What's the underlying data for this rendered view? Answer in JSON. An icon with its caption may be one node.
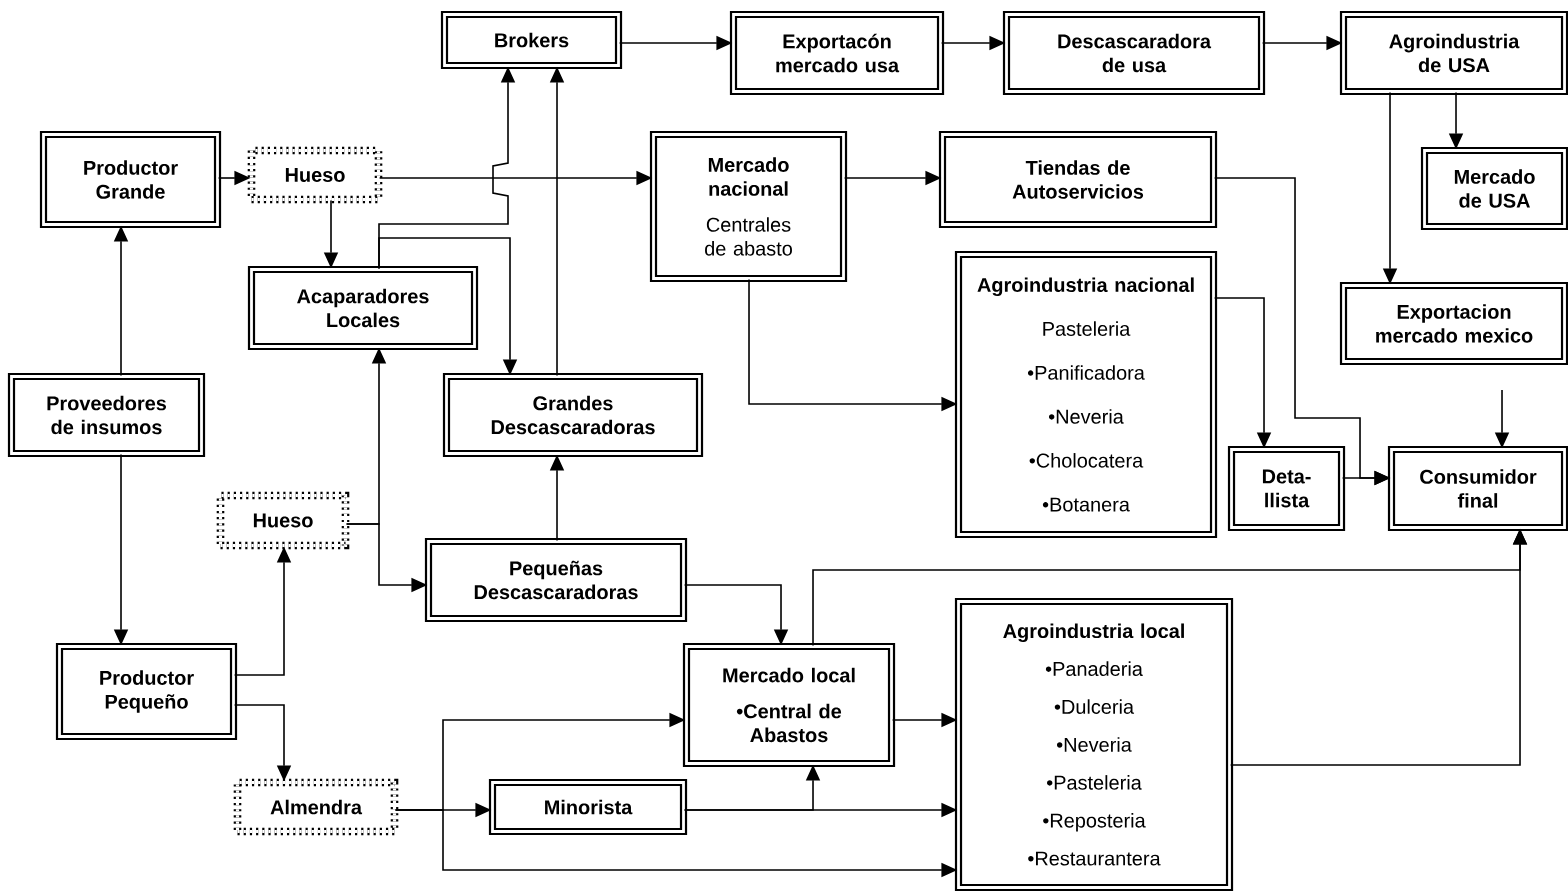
{
  "diagram": {
    "nodes": [
      {
        "text": [
          "Brokers"
        ]
      },
      {
        "text": [
          "Exportacón mercado usa"
        ]
      },
      {
        "text": [
          "Descascaradora de usa"
        ]
      },
      {
        "text": [
          "Agroindustria de USA"
        ]
      },
      {
        "text": [
          "Productor Grande"
        ]
      },
      {
        "text": [
          "Hueso"
        ]
      },
      {
        "text": [
          "Mercado nacional",
          "Centrales de abasto"
        ]
      },
      {
        "text": [
          "Tiendas de Autoservicios"
        ]
      },
      {
        "text": [
          "Mercado de USA"
        ]
      },
      {
        "text": [
          "Acaparadores Locales"
        ]
      },
      {
        "text": [
          "Agroindustria nacional",
          "Pasteleria",
          "•Panificadora",
          "•Neveria",
          "•Cholocatera",
          "•Botanera"
        ]
      },
      {
        "text": [
          "Exportacion mercado mexico"
        ]
      },
      {
        "text": [
          "Proveedores de insumos"
        ]
      },
      {
        "text": [
          "Grandes Descascaradoras"
        ]
      },
      {
        "text": [
          "Deta- llista"
        ]
      },
      {
        "text": [
          "Consumidor final"
        ]
      },
      {
        "text": [
          "Hueso"
        ]
      },
      {
        "text": [
          "Pequeñas Descascaradoras"
        ]
      },
      {
        "text": [
          "Productor Pequeño"
        ]
      },
      {
        "text": [
          "Mercado local",
          "•Central de Abastos"
        ]
      },
      {
        "text": [
          "Agroindustria local",
          "•Panaderia",
          "•Dulceria",
          "•Neveria",
          "•Pasteleria",
          "•Reposteria",
          "•Restaurantera"
        ]
      },
      {
        "text": [
          "Almendra"
        ]
      },
      {
        "text": [
          "Minorista"
        ]
      }
    ],
    "edges": [
      {
        "from": 0,
        "to": 1,
        "arrow": "to"
      },
      {
        "from": 1,
        "to": 2,
        "arrow": "to"
      },
      {
        "from": 2,
        "to": 3,
        "arrow": "to"
      },
      {
        "from": 3,
        "to": 8,
        "arrow": "to"
      },
      {
        "from": 3,
        "to": 11,
        "arrow": "to"
      },
      {
        "from": 4,
        "to": 5,
        "arrow": "to"
      },
      {
        "from": 5,
        "to": 6,
        "arrow": "to"
      },
      {
        "from": 5,
        "to": 9,
        "arrow": "to"
      },
      {
        "from": 9,
        "to": 0,
        "arrow": "to"
      },
      {
        "from": 9,
        "to": 13,
        "arrow": "to"
      },
      {
        "from": 13,
        "to": 0,
        "arrow": "to"
      },
      {
        "from": 6,
        "to": 7,
        "arrow": "to"
      },
      {
        "from": 6,
        "to": 10,
        "arrow": "to"
      },
      {
        "from": 7,
        "to": 15,
        "arrow": "to"
      },
      {
        "from": 10,
        "to": 14,
        "arrow": "to"
      },
      {
        "from": 14,
        "to": 15,
        "arrow": "to"
      },
      {
        "from": null,
        "to": 15,
        "arrow": "to"
      },
      {
        "from": 12,
        "to": 4,
        "arrow": "to"
      },
      {
        "from": 12,
        "to": 18,
        "arrow": "to"
      },
      {
        "from": 18,
        "to": 16,
        "arrow": "to"
      },
      {
        "from": 18,
        "to": 21,
        "arrow": "to"
      },
      {
        "from": 16,
        "to": 9,
        "arrow": "to"
      },
      {
        "from": 16,
        "to": 17,
        "arrow": "to"
      },
      {
        "from": 17,
        "to": 13,
        "arrow": "to"
      },
      {
        "from": 17,
        "to": 19,
        "arrow": "to"
      },
      {
        "from": 19,
        "to": 15,
        "arrow": "to"
      },
      {
        "from": 20,
        "to": 15,
        "arrow": "to"
      },
      {
        "from": 19,
        "to": 20,
        "arrow": "to"
      },
      {
        "from": 21,
        "to": 22,
        "arrow": "to"
      },
      {
        "from": 21,
        "to": 19,
        "arrow": "to"
      },
      {
        "from": 21,
        "to": 20,
        "arrow": "to"
      },
      {
        "from": 22,
        "to": 20,
        "arrow": "to"
      },
      {
        "from": 22,
        "to": 19,
        "arrow": "to"
      }
    ]
  }
}
